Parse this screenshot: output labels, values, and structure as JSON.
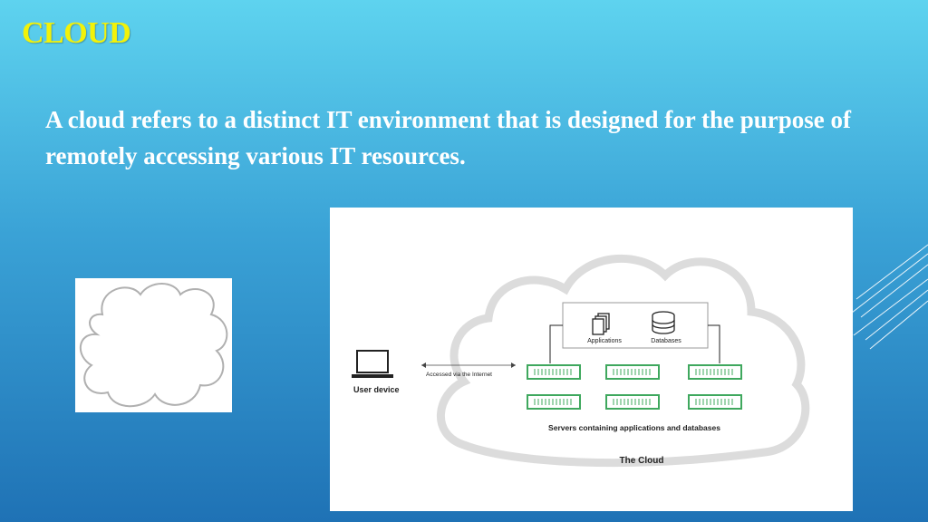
{
  "slide": {
    "title": "CLOUD",
    "body": "A cloud refers to a distinct IT environment that is designed for the purpose of remotely accessing various IT resources."
  },
  "diagram": {
    "user_device_label": "User device",
    "connection_label": "Accessed via the Internet",
    "applications_label": "Applications",
    "databases_label": "Databases",
    "servers_label": "Servers containing applications and databases",
    "cloud_label": "The Cloud"
  },
  "colors": {
    "title": "#f2f20a",
    "body_text": "#ffffff",
    "server_green": "#3fa85e",
    "cloud_outline": "#d9d9d9"
  }
}
